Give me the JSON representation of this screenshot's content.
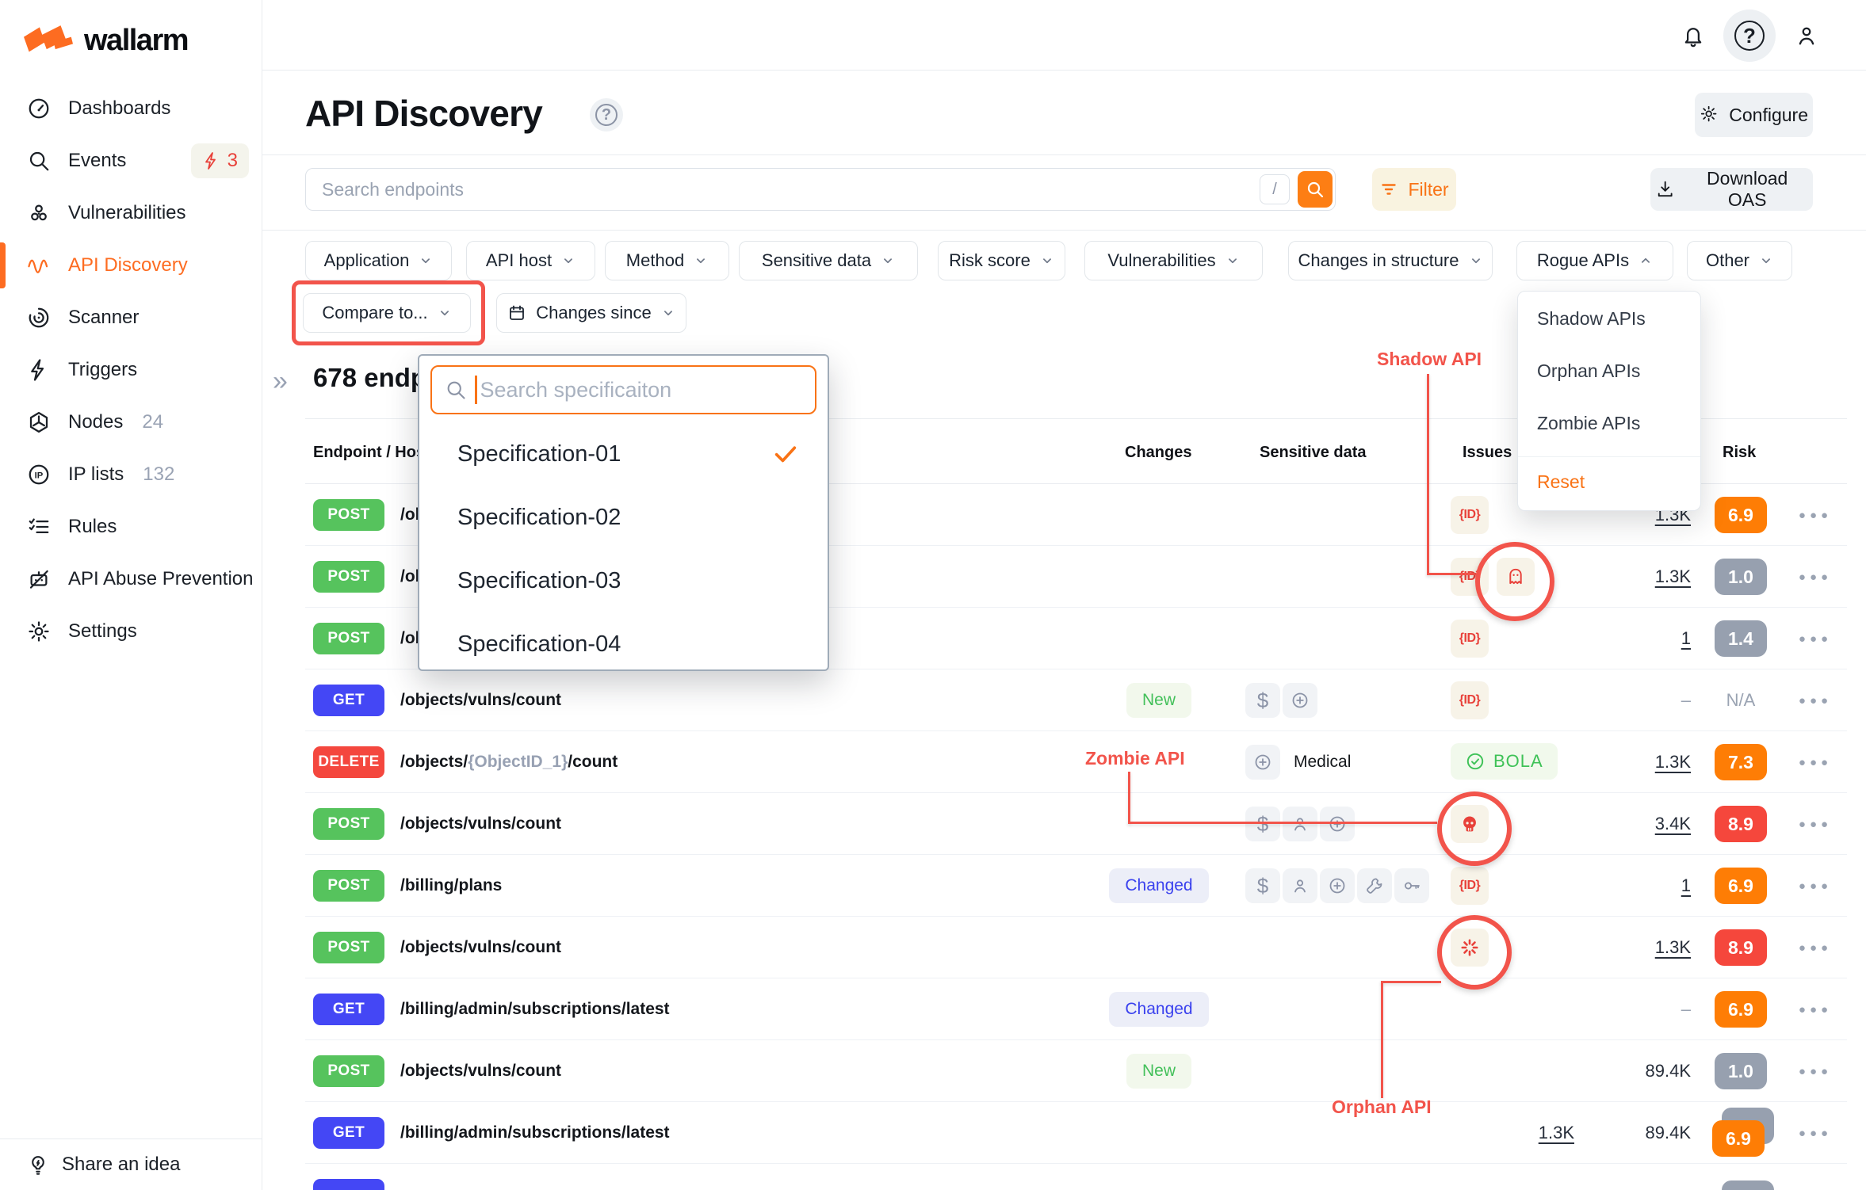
{
  "colors": {
    "brand_orange": "#fd6c21",
    "accent_orange": "#f97316",
    "annotation_red": "#f2544b",
    "risk_orange": "#fe7d05",
    "risk_red": "#f5473c",
    "risk_gray": "#97a0af",
    "method_post": "#56c35d",
    "method_get": "#4447f5",
    "method_delete": "#f4473e",
    "new_green": "#43c05a",
    "changed_blue": "#3a41ee"
  },
  "sidebar": {
    "logo": "wallarm",
    "items": [
      {
        "label": "Dashboards",
        "icon": "gauge"
      },
      {
        "label": "Events",
        "icon": "search",
        "badge": "3"
      },
      {
        "label": "Vulnerabilities",
        "icon": "biohazard"
      },
      {
        "label": "API Discovery",
        "icon": "wave",
        "active": true
      },
      {
        "label": "Scanner",
        "icon": "radar"
      },
      {
        "label": "Triggers",
        "icon": "bolt"
      },
      {
        "label": "Nodes",
        "icon": "hexagon",
        "count": "24"
      },
      {
        "label": "IP lists",
        "icon": "ip",
        "count": "132"
      },
      {
        "label": "Rules",
        "icon": "checklist"
      },
      {
        "label": "API Abuse Prevention",
        "icon": "robot"
      },
      {
        "label": "Settings",
        "icon": "gear"
      }
    ],
    "footer": "Share an idea"
  },
  "header": {
    "title": "API Discovery",
    "configure": "Configure"
  },
  "toolbar": {
    "search_placeholder": "Search endpoints",
    "shortcut_key": "/",
    "filter": "Filter",
    "download": "Download OAS"
  },
  "filters": {
    "row1": [
      "Application",
      "API host",
      "Method",
      "Sensitive data",
      "Risk score",
      "Vulnerabilities",
      "Changes in structure",
      "Rogue APIs",
      "Other"
    ],
    "open_chip": "Rogue APIs",
    "compare": "Compare to...",
    "changes_since": "Changes since"
  },
  "compare_dropdown": {
    "placeholder": "Search specificaiton",
    "items": [
      "Specification-01",
      "Specification-02",
      "Specification-03",
      "Specification-04"
    ],
    "selected_index": 0
  },
  "rogue_dropdown": {
    "items": [
      "Shadow APIs",
      "Orphan APIs",
      "Zombie APIs"
    ],
    "reset": "Reset"
  },
  "table": {
    "summary": "678 endpoints",
    "columns": {
      "endpoint": "Endpoint / Host",
      "changes": "Changes",
      "sensitive": "Sensitive data",
      "issues": "Issues",
      "risk": "Risk"
    },
    "rows": [
      {
        "method": "POST",
        "style": "post",
        "path": [
          {
            "t": "/ob"
          }
        ],
        "issues": [
          {
            "t": "id"
          }
        ],
        "hits": {
          "v": "1.3K",
          "link": true
        },
        "risk": {
          "v": "6.9",
          "s": "orange"
        }
      },
      {
        "method": "POST",
        "style": "post",
        "path": [
          {
            "t": "/ob"
          }
        ],
        "issues": [
          {
            "t": "id"
          },
          {
            "t": "ghost"
          }
        ],
        "hits": {
          "v": "1.3K",
          "link": true
        },
        "risk": {
          "v": "1.0",
          "s": "gray"
        }
      },
      {
        "method": "POST",
        "style": "post",
        "path": [
          {
            "t": "/ob"
          }
        ],
        "issues": [
          {
            "t": "id"
          }
        ],
        "hits": {
          "v": "1",
          "link": true
        },
        "risk": {
          "v": "1.4",
          "s": "gray"
        }
      },
      {
        "method": "GET",
        "style": "get",
        "path": [
          {
            "t": "/objects/vulns/count"
          }
        ],
        "changes": {
          "v": "New",
          "s": "new"
        },
        "sensitive": [
          "finance",
          "medical"
        ],
        "issues": [
          {
            "t": "id"
          }
        ],
        "hits": {
          "v": "–",
          "dash": true
        },
        "risk": {
          "v": "N/A",
          "s": "na"
        }
      },
      {
        "method": "DELETE",
        "style": "delete",
        "path": [
          {
            "t": "/objects/"
          },
          {
            "t": "{ObjectID_1}",
            "muted": true
          },
          {
            "t": "/count"
          }
        ],
        "sensitive": [
          "medical"
        ],
        "sensitive_label": "Medical",
        "issues": [
          {
            "t": "bola",
            "label": "BOLA"
          }
        ],
        "hits": {
          "v": "1.3K",
          "link": true
        },
        "risk": {
          "v": "7.3",
          "s": "orange"
        }
      },
      {
        "method": "POST",
        "style": "post",
        "path": [
          {
            "t": "/objects/vulns/count"
          }
        ],
        "sensitive": [
          "finance",
          "person",
          "medical"
        ],
        "issues": [
          {
            "t": "skull"
          }
        ],
        "hits": {
          "v": "3.4K",
          "link": true
        },
        "risk": {
          "v": "8.9",
          "s": "red"
        }
      },
      {
        "method": "POST",
        "style": "post",
        "path": [
          {
            "t": "/billing/plans"
          }
        ],
        "changes": {
          "v": "Changed",
          "s": "changed"
        },
        "sensitive": [
          "finance",
          "person",
          "medical",
          "technical",
          "credentials"
        ],
        "issues": [
          {
            "t": "id"
          }
        ],
        "hits": {
          "v": "1",
          "link": true
        },
        "risk": {
          "v": "6.9",
          "s": "orange"
        }
      },
      {
        "method": "POST",
        "style": "post",
        "path": [
          {
            "t": "/objects/vulns/count"
          }
        ],
        "issues": [
          {
            "t": "burst"
          }
        ],
        "hits": {
          "v": "1.3K",
          "link": true
        },
        "risk": {
          "v": "8.9",
          "s": "red"
        }
      },
      {
        "method": "GET",
        "style": "get",
        "path": [
          {
            "t": "/billing/admin/subscriptions/latest"
          }
        ],
        "changes": {
          "v": "Changed",
          "s": "changed"
        },
        "hits": {
          "v": "–",
          "dash": true
        },
        "risk": {
          "v": "6.9",
          "s": "orange"
        }
      },
      {
        "method": "POST",
        "style": "post",
        "path": [
          {
            "t": "/objects/vulns/count"
          }
        ],
        "changes": {
          "v": "New",
          "s": "new"
        },
        "hits": {
          "v": "89.4K"
        },
        "risk": {
          "v": "1.0",
          "s": "gray"
        }
      },
      {
        "method": "GET",
        "style": "get",
        "path": [
          {
            "t": "/billing/admin/subscriptions/latest"
          }
        ],
        "hits_extra": {
          "v": "1.3K"
        },
        "hits": {
          "v": "89.4K"
        },
        "risk": {
          "v": "6.9",
          "s": "stacked"
        }
      },
      {
        "method": "",
        "style": "get",
        "path": [
          {
            "t": ""
          }
        ],
        "partial": true
      }
    ]
  },
  "annotations": {
    "shadow": "Shadow API",
    "zombie": "Zombie API",
    "orphan": "Orphan API"
  }
}
